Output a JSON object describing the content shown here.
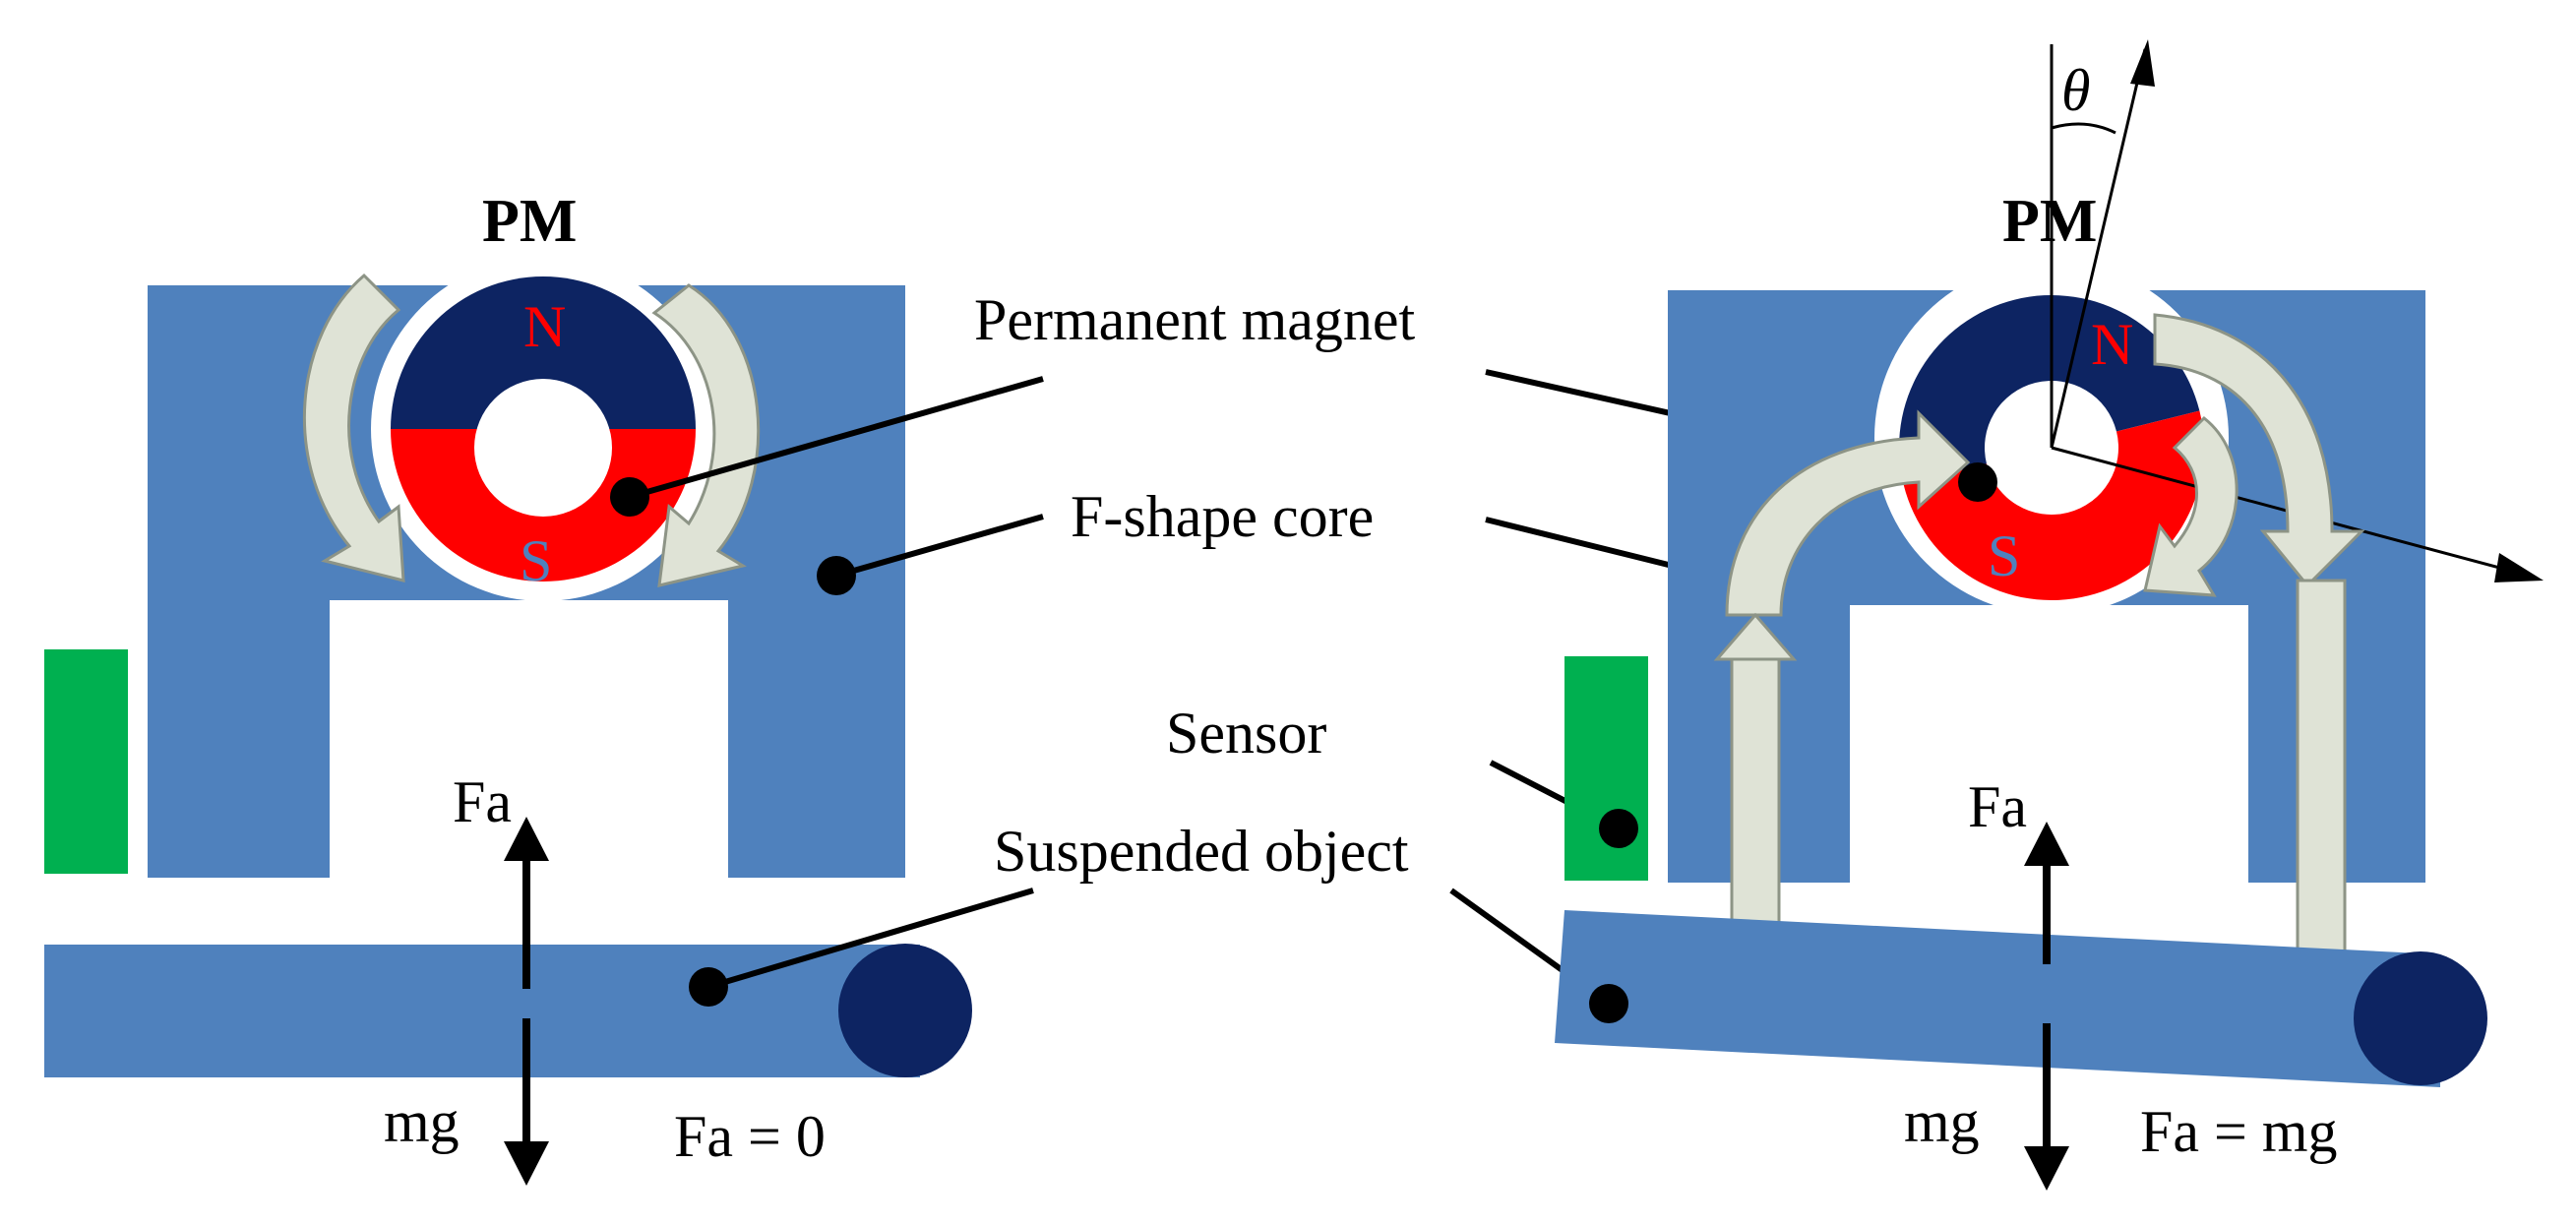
{
  "labels": {
    "pm_left": "PM",
    "pm_right": "PM",
    "north_left": "N",
    "south_left": "S",
    "north_right": "N",
    "south_right": "S",
    "theta": "θ",
    "permanent_magnet": "Permanent magnet",
    "f_shape_core": "F-shape core",
    "sensor": "Sensor",
    "suspended_object": "Suspended object",
    "fa_left": "Fa",
    "mg_left": "mg",
    "fa_right": "Fa",
    "mg_right": "mg",
    "condition_left": "Fa = 0",
    "condition_right": "Fa = mg"
  },
  "colors": {
    "core": "#4f81bd",
    "magnet_north": "#0d2462",
    "magnet_south": "#ff0000",
    "pole_north_text": "#ff0000",
    "pole_south_text": "#4f81bd",
    "sensor": "#00b050",
    "suspended_end": "#0d2462",
    "flux_arrow": "#dfe3d6"
  },
  "geometry_notes": {
    "rotation_angle_symbol": "θ"
  }
}
